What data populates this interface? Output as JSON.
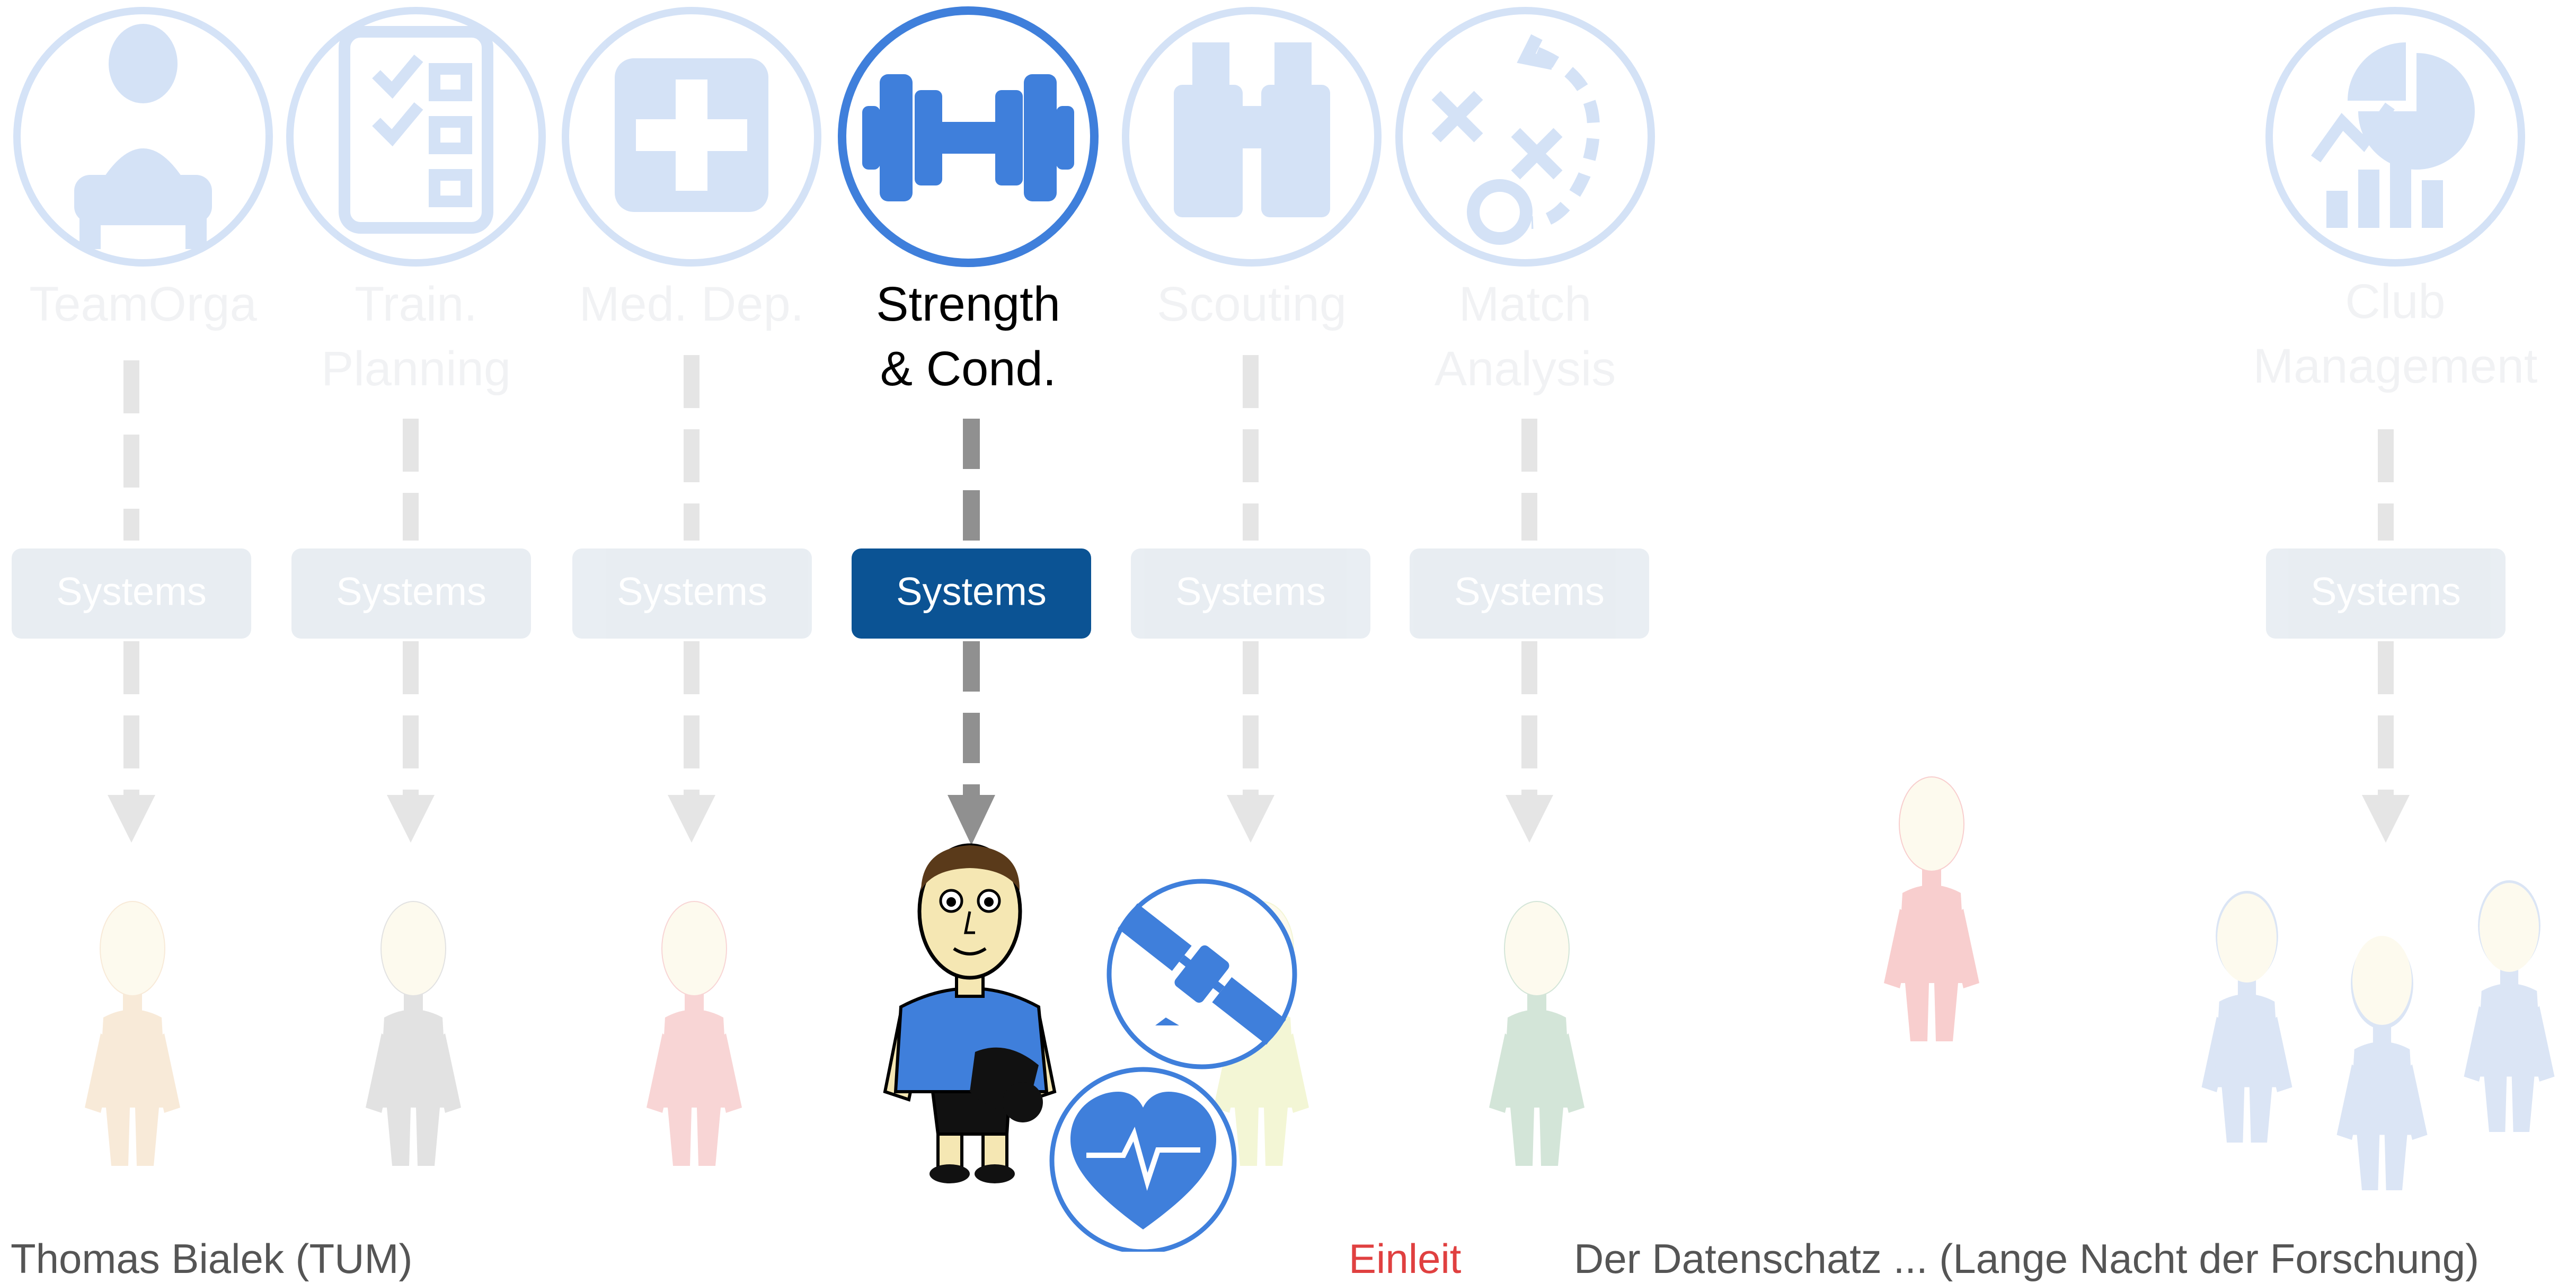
{
  "accent_color": "#3f7fdb",
  "system_active_color": "#0b5394",
  "columns": [
    {
      "id": "teamorga",
      "label_lines": [
        "TeamOrga"
      ],
      "icon": "player-boot-dumbbell-icon",
      "active": false,
      "system_label": "Systems"
    },
    {
      "id": "training-planning",
      "label_lines": [
        "Train.",
        "Planning"
      ],
      "icon": "clipboard-checklist-icon",
      "active": false,
      "system_label": "Systems"
    },
    {
      "id": "medical-department",
      "label_lines": [
        "Med. Dep."
      ],
      "icon": "medical-cross-icon",
      "active": false,
      "system_label": "Systems"
    },
    {
      "id": "strength-conditioning",
      "label_lines": [
        "Strength",
        "& Cond."
      ],
      "icon": "dumbbell-icon",
      "active": true,
      "system_label": "Systems"
    },
    {
      "id": "scouting",
      "label_lines": [
        "Scouting"
      ],
      "icon": "binoculars-icon",
      "active": false,
      "system_label": "Systems"
    },
    {
      "id": "match-analysis",
      "label_lines": [
        "Match",
        "Analysis"
      ],
      "icon": "tactics-board-icon",
      "active": false,
      "system_label": "Systems"
    },
    {
      "id": "club-management",
      "label_lines": [
        "Club",
        "Management"
      ],
      "icon": "analytics-chart-icon",
      "active": false,
      "system_label": "Systems"
    }
  ],
  "badges": [
    {
      "id": "gps-tracking",
      "icon": "satellite-icon"
    },
    {
      "id": "heart-rate",
      "icon": "heart-rate-icon"
    }
  ],
  "footer": {
    "left": "Thomas Bialek (TUM)",
    "middle_highlight": "Einleit",
    "right": "Der Datenschatz ... (Lange Nacht der Forschung)"
  }
}
